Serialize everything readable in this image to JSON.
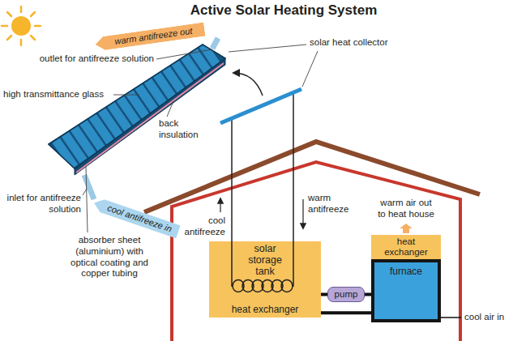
{
  "diagram": {
    "title": "Active Solar Heating System",
    "nodes": [
      {
        "text": [
          "warm antifreeze out"
        ]
      },
      {
        "text": [
          "cool antifreeze in"
        ]
      },
      {
        "text": [
          "solar storage tank",
          "heat exchanger"
        ]
      },
      {
        "text": [
          "heat exchanger"
        ]
      },
      {
        "text": [
          "furnace"
        ]
      },
      {
        "text": [
          "pump"
        ]
      }
    ],
    "edges": [
      {
        "from": 2,
        "to": 5,
        "arrow": "none"
      },
      {
        "from": 5,
        "to": 4,
        "arrow": "none"
      },
      {
        "from": 4,
        "to": 2,
        "arrow": "none"
      }
    ],
    "labels": [
      "outlet for antifreeze solution",
      "solar heat collector",
      "high transmittance glass",
      "back insulation",
      "cool antifreeze",
      "warm antifreeze",
      "warm air out to heat house",
      "inlet for antifreeze solution",
      "absorber sheet (aluminium) with optical coating and copper tubing",
      "cool air in"
    ]
  }
}
